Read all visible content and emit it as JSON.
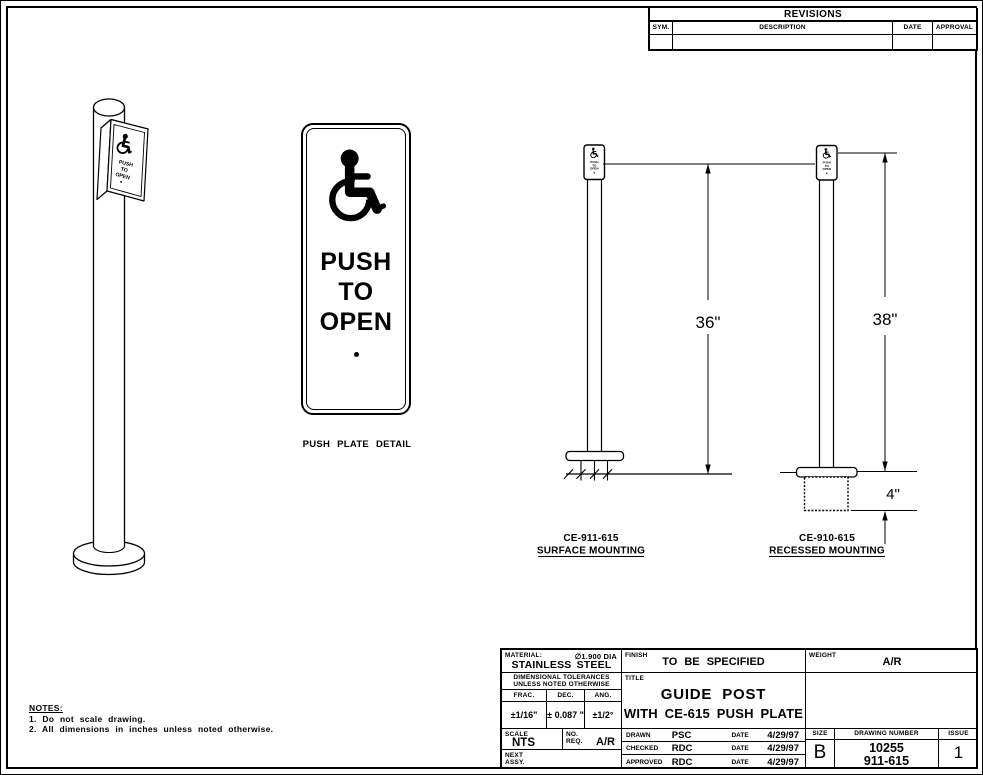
{
  "colors": {
    "ink": "#000000",
    "paper": "#ffffff"
  },
  "revisions": {
    "title": "REVISIONS",
    "columns": [
      "SYM.",
      "DESCRIPTION",
      "DATE",
      "APPROVAL"
    ]
  },
  "push_plate": {
    "lines": [
      "PUSH",
      "TO",
      "OPEN"
    ],
    "detail_label": "PUSH PLATE DETAIL",
    "icon": "wheelchair-accessibility-icon"
  },
  "mountings": {
    "surface": {
      "model": "CE-911-615",
      "label": "SURFACE MOUNTING",
      "height_dim": "36\""
    },
    "recessed": {
      "model": "CE-910-615",
      "label": "RECESSED MOUNTING",
      "height_dim": "38\"",
      "depth_dim": "4\""
    }
  },
  "notes": {
    "heading": "NOTES:",
    "items": [
      "1. Do not scale drawing.",
      "2. All dimensions in inches unless noted otherwise."
    ]
  },
  "title_block": {
    "material_label": "MATERIAL:",
    "material_dia": "∅1.900 DIA",
    "material_value": "STAINLESS STEEL",
    "finish_label": "FINISH",
    "finish_value": "TO BE SPECIFIED",
    "weight_label": "WEIGHT",
    "weight_value": "A/R",
    "tolerances_line1": "DIMENSIONAL TOLERANCES",
    "tolerances_line2": "UNLESS NOTED OTHERWISE",
    "frac_label": "FRAC.",
    "dec_label": "DEC.",
    "ang_label": "ANG.",
    "frac_value": "±1/16\"",
    "dec_value": "± 0.087 \"",
    "ang_value": "±1/2°",
    "title_label": "TITLE",
    "title_line1": "GUIDE POST",
    "title_line2": "WITH CE-615 PUSH PLATE",
    "scale_label": "SCALE",
    "scale_value": "NTS",
    "no_req_label1": "NO.",
    "no_req_label2": "REQ.",
    "no_req_value": "A/R",
    "next_assy_line1": "NEXT",
    "next_assy_line2": "ASSY.",
    "signoffs": [
      {
        "role": "DRAWN",
        "name": "PSC",
        "date_label": "DATE",
        "date": "4/29/97"
      },
      {
        "role": "CHECKED",
        "name": "RDC",
        "date_label": "DATE",
        "date": "4/29/97"
      },
      {
        "role": "APPROVED",
        "name": "RDC",
        "date_label": "DATE",
        "date": "4/29/97"
      }
    ],
    "size_label": "SIZE",
    "size_value": "B",
    "drawing_number_label": "DRAWING NUMBER",
    "drawing_number_line1": "10255",
    "drawing_number_line2": "911-615",
    "issue_label": "ISSUE",
    "issue_value": "1"
  }
}
